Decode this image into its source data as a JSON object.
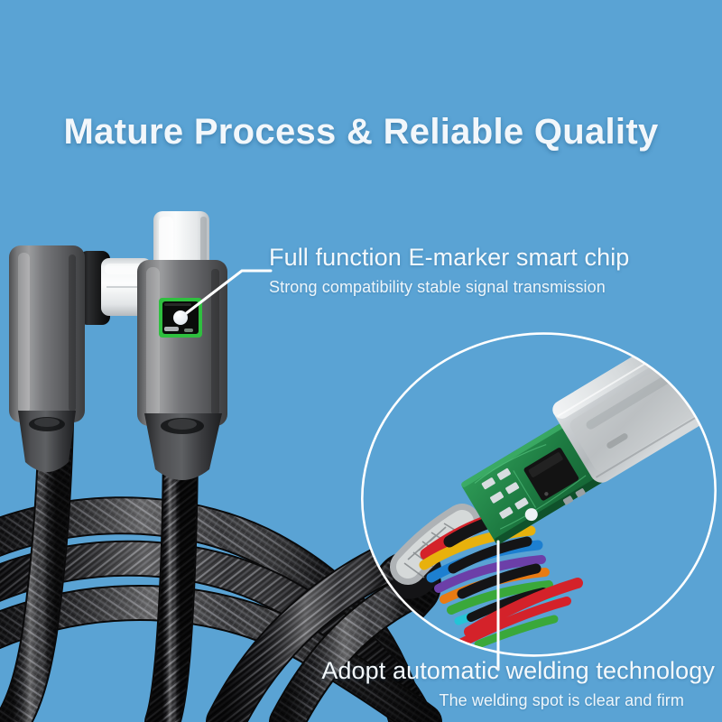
{
  "background": {
    "color": "#5aa3d4",
    "name": "product-blue"
  },
  "headline": {
    "text": "Mature Process & Reliable Quality",
    "color": "#f2f7fb"
  },
  "callouts": [
    {
      "id": "emarker",
      "title": "Full function E-marker smart chip",
      "subtitle": "Strong compatibility stable signal transmission",
      "leader_color": "#ffffff",
      "marker": "white-dot"
    },
    {
      "id": "welding",
      "title": "Adopt automatic welding technology",
      "subtitle": "The welding spot is clear and firm",
      "leader_color": "#ffffff",
      "marker": "vertical-line"
    }
  ],
  "product": {
    "name": "braided-usb-c-cable",
    "connectors": [
      {
        "name": "right-angle-usb-c-connector",
        "style": "90-degree",
        "housing_color": "#6d6e70",
        "tip_color": "#e9ecee"
      },
      {
        "name": "straight-usb-c-connector",
        "style": "straight",
        "housing_color": "#6d6e70",
        "tip_color": "#e9ecee",
        "chip_window": {
          "name": "e-marker-chip",
          "border_color": "#2fbf3f",
          "fill_color": "#0a0c0a"
        }
      }
    ],
    "cable": {
      "name": "nylon-braided-cable",
      "jacket": "braided-nylon",
      "color": "#2b2b2d"
    }
  },
  "inset": {
    "name": "magnified-solder-joint",
    "shape": "ellipse",
    "outline_color": "#ffffff",
    "contents": {
      "shell": {
        "name": "usb-c-metal-shell",
        "color": "#c9cccd"
      },
      "pcb": {
        "name": "green-pcb",
        "color": "#1f7a42"
      },
      "ic": {
        "name": "e-marker-ic",
        "color": "#131313"
      },
      "pads": {
        "name": "gold-contact-fingers",
        "color": "#c9a227"
      },
      "wires": {
        "name": "soldered-wires",
        "colors": [
          "#d4222a",
          "#e8b10c",
          "#1d7fd0",
          "#6c3fa8",
          "#e87b13",
          "#3aa83a",
          "#1a1a1a",
          "#24c4d6"
        ]
      },
      "shield": {
        "name": "braid-shield",
        "color": "#b9bcbe"
      }
    }
  }
}
